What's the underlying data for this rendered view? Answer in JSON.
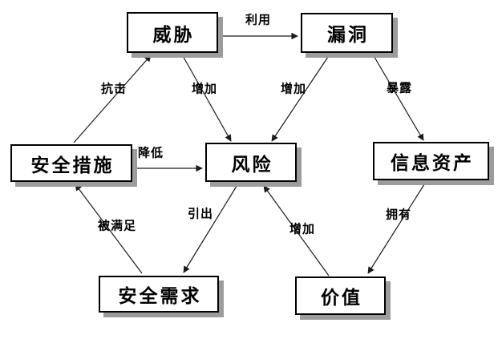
{
  "diagram": {
    "type": "concept-relationship-diagram",
    "colors": {
      "background": "#ffffff",
      "node_fill": "#ffffff",
      "node_border": "#000000",
      "node_shadow": "#9c9c9c",
      "line": "#1a1a1a",
      "text": "#000000"
    },
    "nodes": {
      "threat": {
        "label": "威胁"
      },
      "vulnerability": {
        "label": "漏洞"
      },
      "security_measures": {
        "label": "安全措施"
      },
      "risk": {
        "label": "风险"
      },
      "information_assets": {
        "label": "信息资产"
      },
      "security_requirements": {
        "label": "安全需求"
      },
      "value": {
        "label": "价值"
      }
    },
    "edges": {
      "exploit": {
        "label": "利用",
        "from": "威胁",
        "to": "漏洞"
      },
      "resist": {
        "label": "抗击",
        "from": "安全措施",
        "to": "威胁"
      },
      "threat_increase": {
        "label": "增加",
        "from": "威胁",
        "to": "风险"
      },
      "vulnerability_increase": {
        "label": "增加",
        "from": "漏洞",
        "to": "风险"
      },
      "expose": {
        "label": "暴露",
        "from": "漏洞",
        "to": "信息资产"
      },
      "reduce": {
        "label": "降低",
        "from": "安全措施",
        "to": "风险"
      },
      "be_satisfied": {
        "label": "被满足",
        "from": "安全需求",
        "to": "安全措施"
      },
      "lead_to": {
        "label": "引出",
        "from": "风险",
        "to": "安全需求"
      },
      "value_increase": {
        "label": "增加",
        "from": "价值",
        "to": "风险"
      },
      "own": {
        "label": "拥有",
        "from": "信息资产",
        "to": "价值"
      }
    }
  }
}
